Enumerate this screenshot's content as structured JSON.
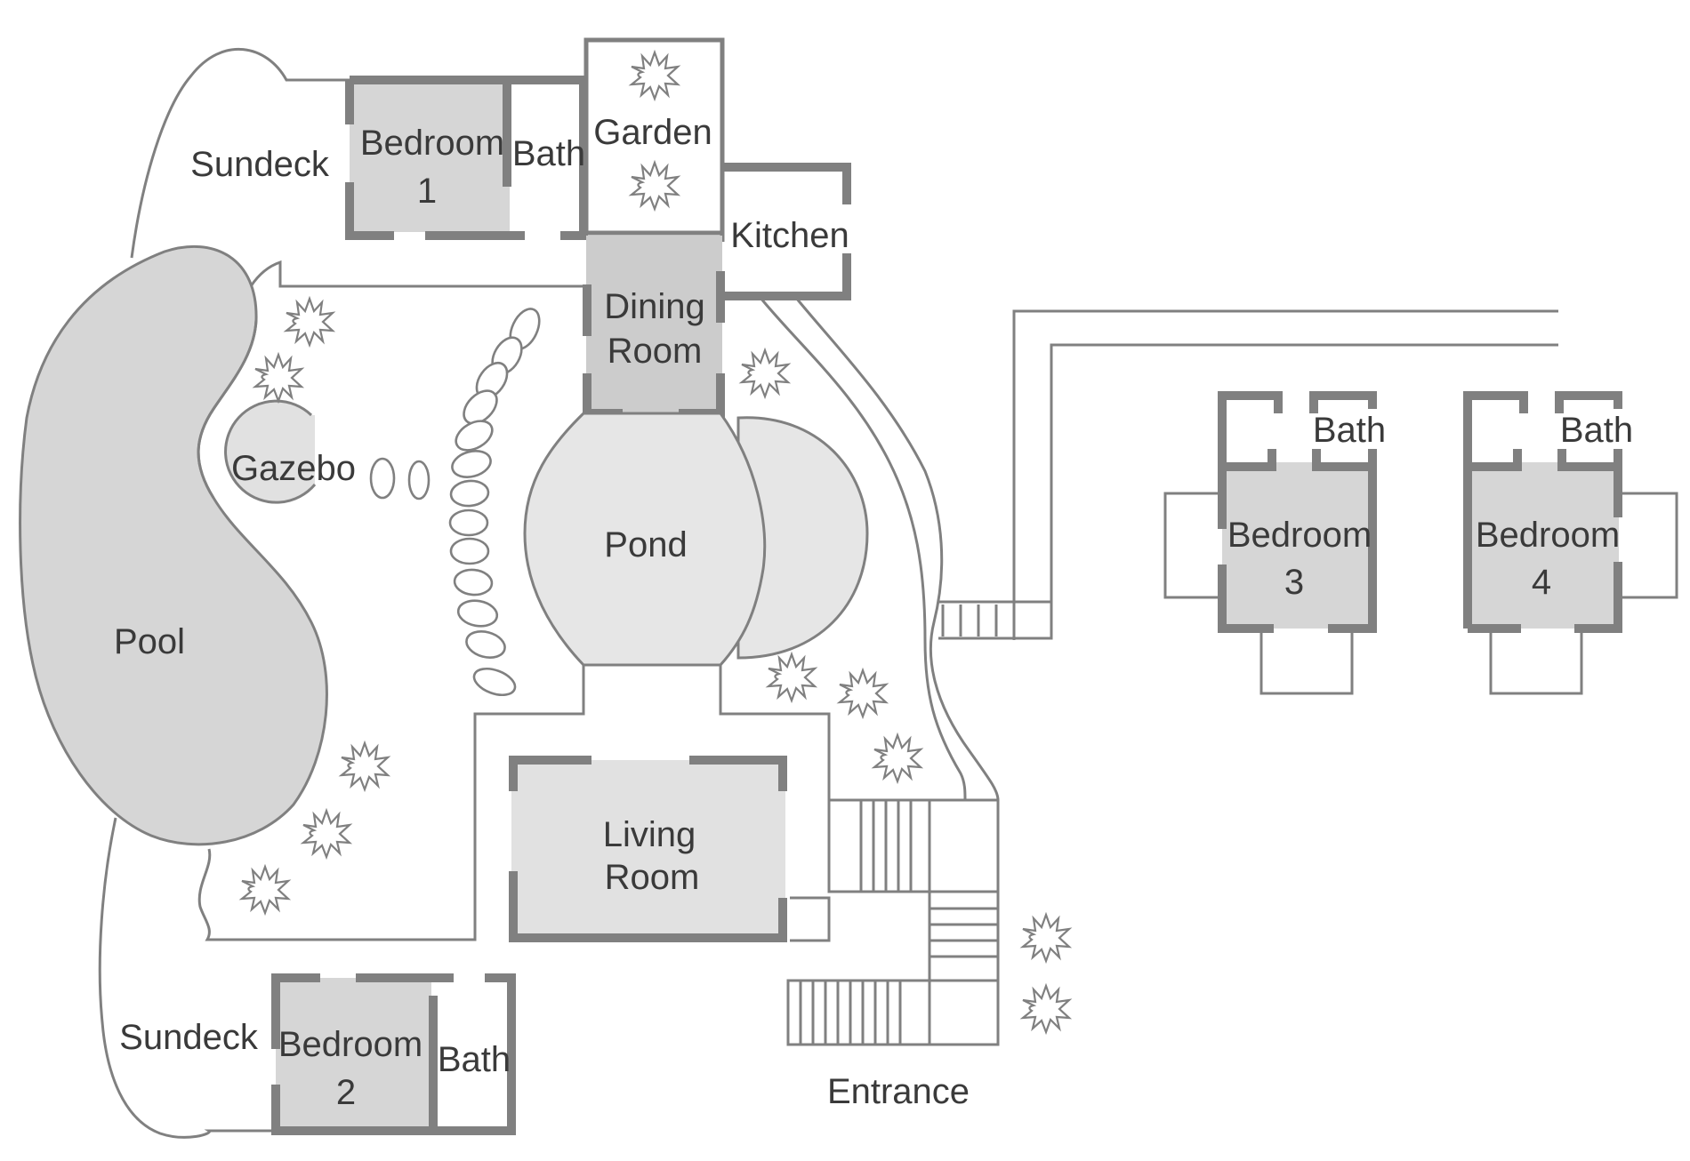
{
  "title": "Villa floor plan",
  "colors": {
    "wall": "#808080",
    "room_fill": "#d6d6d6",
    "pond_fill": "#e6e6e6",
    "living_fill": "#e1e1e1",
    "label": "#3a3a3a",
    "background": "#ffffff"
  },
  "labels": {
    "sundeck_top": "Sundeck",
    "bedroom1_line1": "Bedroom",
    "bedroom1_line2": "1",
    "bath1": "Bath",
    "garden": "Garden",
    "kitchen": "Kitchen",
    "dining_line1": "Dining",
    "dining_line2": "Room",
    "gazebo": "Gazebo",
    "pond": "Pond",
    "pool": "Pool",
    "living_line1": "Living",
    "living_line2": "Room",
    "sundeck_bottom": "Sundeck",
    "bedroom2_line1": "Bedroom",
    "bedroom2_line2": "2",
    "bath2": "Bath",
    "entrance": "Entrance",
    "bath3": "Bath",
    "bedroom3_line1": "Bedroom",
    "bedroom3_line2": "3",
    "bath4": "Bath",
    "bedroom4_line1": "Bedroom",
    "bedroom4_line2": "4"
  },
  "icons": {
    "shrub": "shrub-icon",
    "stepping_stone": "stepping-stone-icon",
    "stairs": "stairs-icon"
  }
}
